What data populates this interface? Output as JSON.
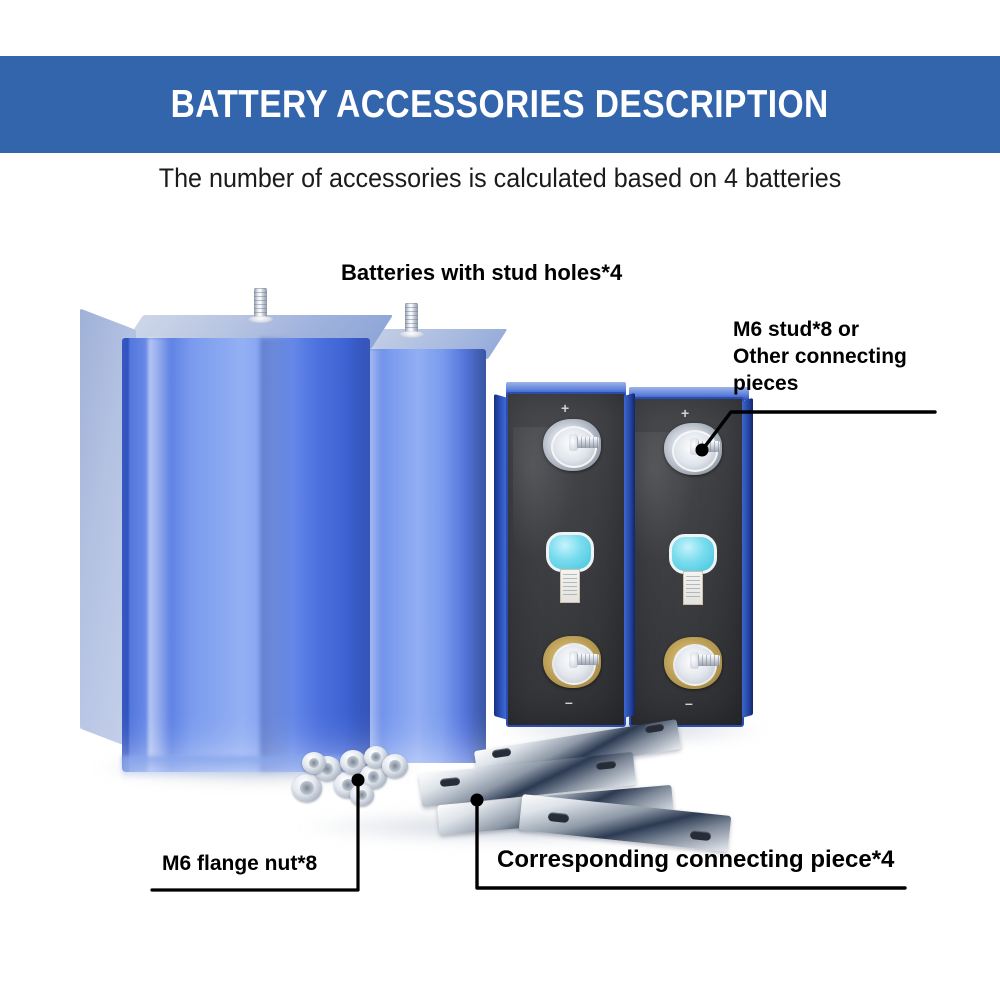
{
  "header": {
    "title": "BATTERY ACCESSORIES DESCRIPTION",
    "banner_color": "#3365AC",
    "title_color": "#FFFFFF"
  },
  "subtitle": {
    "text": "The number of accessories is calculated based on 4 batteries",
    "color": "#1B1B1B"
  },
  "callouts": [
    {
      "id": "batteries-with-stud-holes",
      "label": "Batteries with stud holes*4",
      "leader": "none"
    },
    {
      "id": "m6-stud",
      "label": "M6 stud*8 or\nOther connecting\npieces",
      "leader": "elbow-left-down"
    },
    {
      "id": "m6-flange-nut",
      "label": "M6 flange nut*8",
      "leader": "vertical-with-underline-left"
    },
    {
      "id": "corresponding-connecting-piece",
      "label": "Corresponding connecting piece*4",
      "leader": "vertical-with-underline-right"
    }
  ],
  "photo": {
    "description": "Four prismatic LiFePO4 battery cells with accessories",
    "blue_cells_count": 2,
    "dark_top_cells_count": 2,
    "terminals": {
      "positive_symbol": "+",
      "negative_symbol": "–",
      "positive_color": "#C8CFD9",
      "negative_color": "#C0A25B"
    },
    "vent_color": "#79DCEE",
    "cell_body_color": "#4F74DC",
    "accessories": {
      "flange_nuts_visible": 9,
      "busbars_visible": 4
    }
  }
}
